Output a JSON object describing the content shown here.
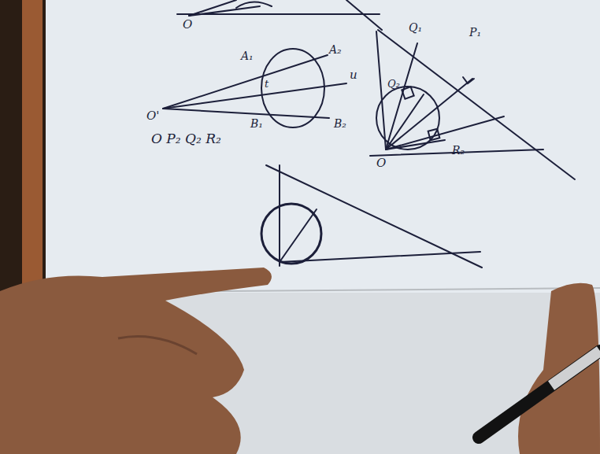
{
  "diagram": {
    "labels": [
      "O",
      "A₁",
      "A₂",
      "u",
      "t",
      "O'",
      "B₁",
      "B₂",
      "O P₂ Q₂ R₂",
      "Q₁",
      "P₁",
      "Q₂",
      "R₂",
      "O"
    ]
  }
}
